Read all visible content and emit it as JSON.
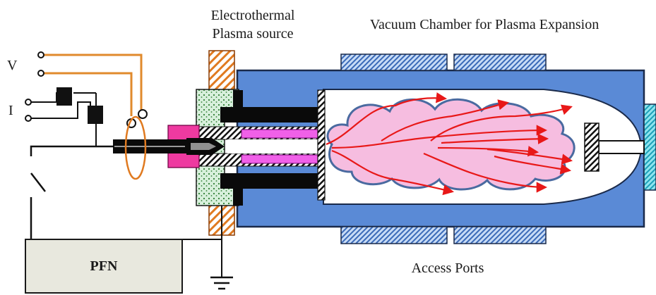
{
  "labels": {
    "source_line1": "Electrothermal",
    "source_line2": "Plasma source",
    "chamber": "Vacuum Chamber for Plasma Expansion",
    "ports": "Access Ports",
    "pfn": "PFN",
    "voltage": "V",
    "current": "I"
  },
  "colors": {
    "chamber": "#5a8ad6",
    "chamber_outline": "#1a2a4a",
    "plume": "#f6bde0",
    "plume_outline": "#4a6aa0",
    "arrows": "#e81818",
    "wire": "#e08a2c",
    "insulator": "#d8f0dc",
    "insulator_dots": "#2e7d32",
    "capillary_cap": "#ee3aa0",
    "capillary": "#f060e8",
    "coil": "#e07a20",
    "port_fill": "#9ec0ee",
    "window": "#6fd6e6",
    "pfn_box": "#e8e8de"
  }
}
